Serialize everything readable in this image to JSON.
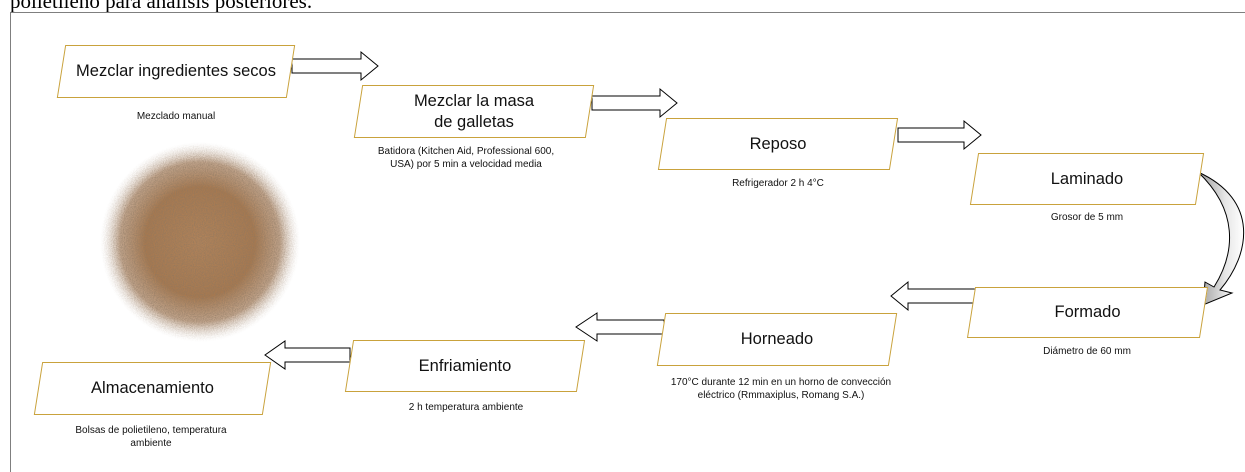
{
  "top_text": "polietileno para análisis posteriores.",
  "steps": [
    {
      "label": "Mezclar ingredientes secos",
      "caption": "Mezclado manual"
    },
    {
      "label": "Mezclar la masa de galletas",
      "caption": "Batidora (Kitchen Aid, Professional 600, USA) por 5 min a velocidad media"
    },
    {
      "label": "Reposo",
      "caption": "Refrigerador 2 h 4°C"
    },
    {
      "label": "Laminado",
      "caption": "Grosor de 5 mm"
    },
    {
      "label": "Formado",
      "caption": "Diámetro de 60 mm"
    },
    {
      "label": "Horneado",
      "caption": "170°C durante 12 min en un horno de convección eléctrico (Rmmaxiplus, Romang S.A.)"
    },
    {
      "label": "Enfriamiento",
      "caption": "2 h temperatura ambiente"
    },
    {
      "label": "Almacenamiento",
      "caption": "Bolsas de polietileno, temperatura ambiente"
    }
  ],
  "colors": {
    "box_border": "#c9a23c",
    "arrow_stroke": "#000000"
  }
}
